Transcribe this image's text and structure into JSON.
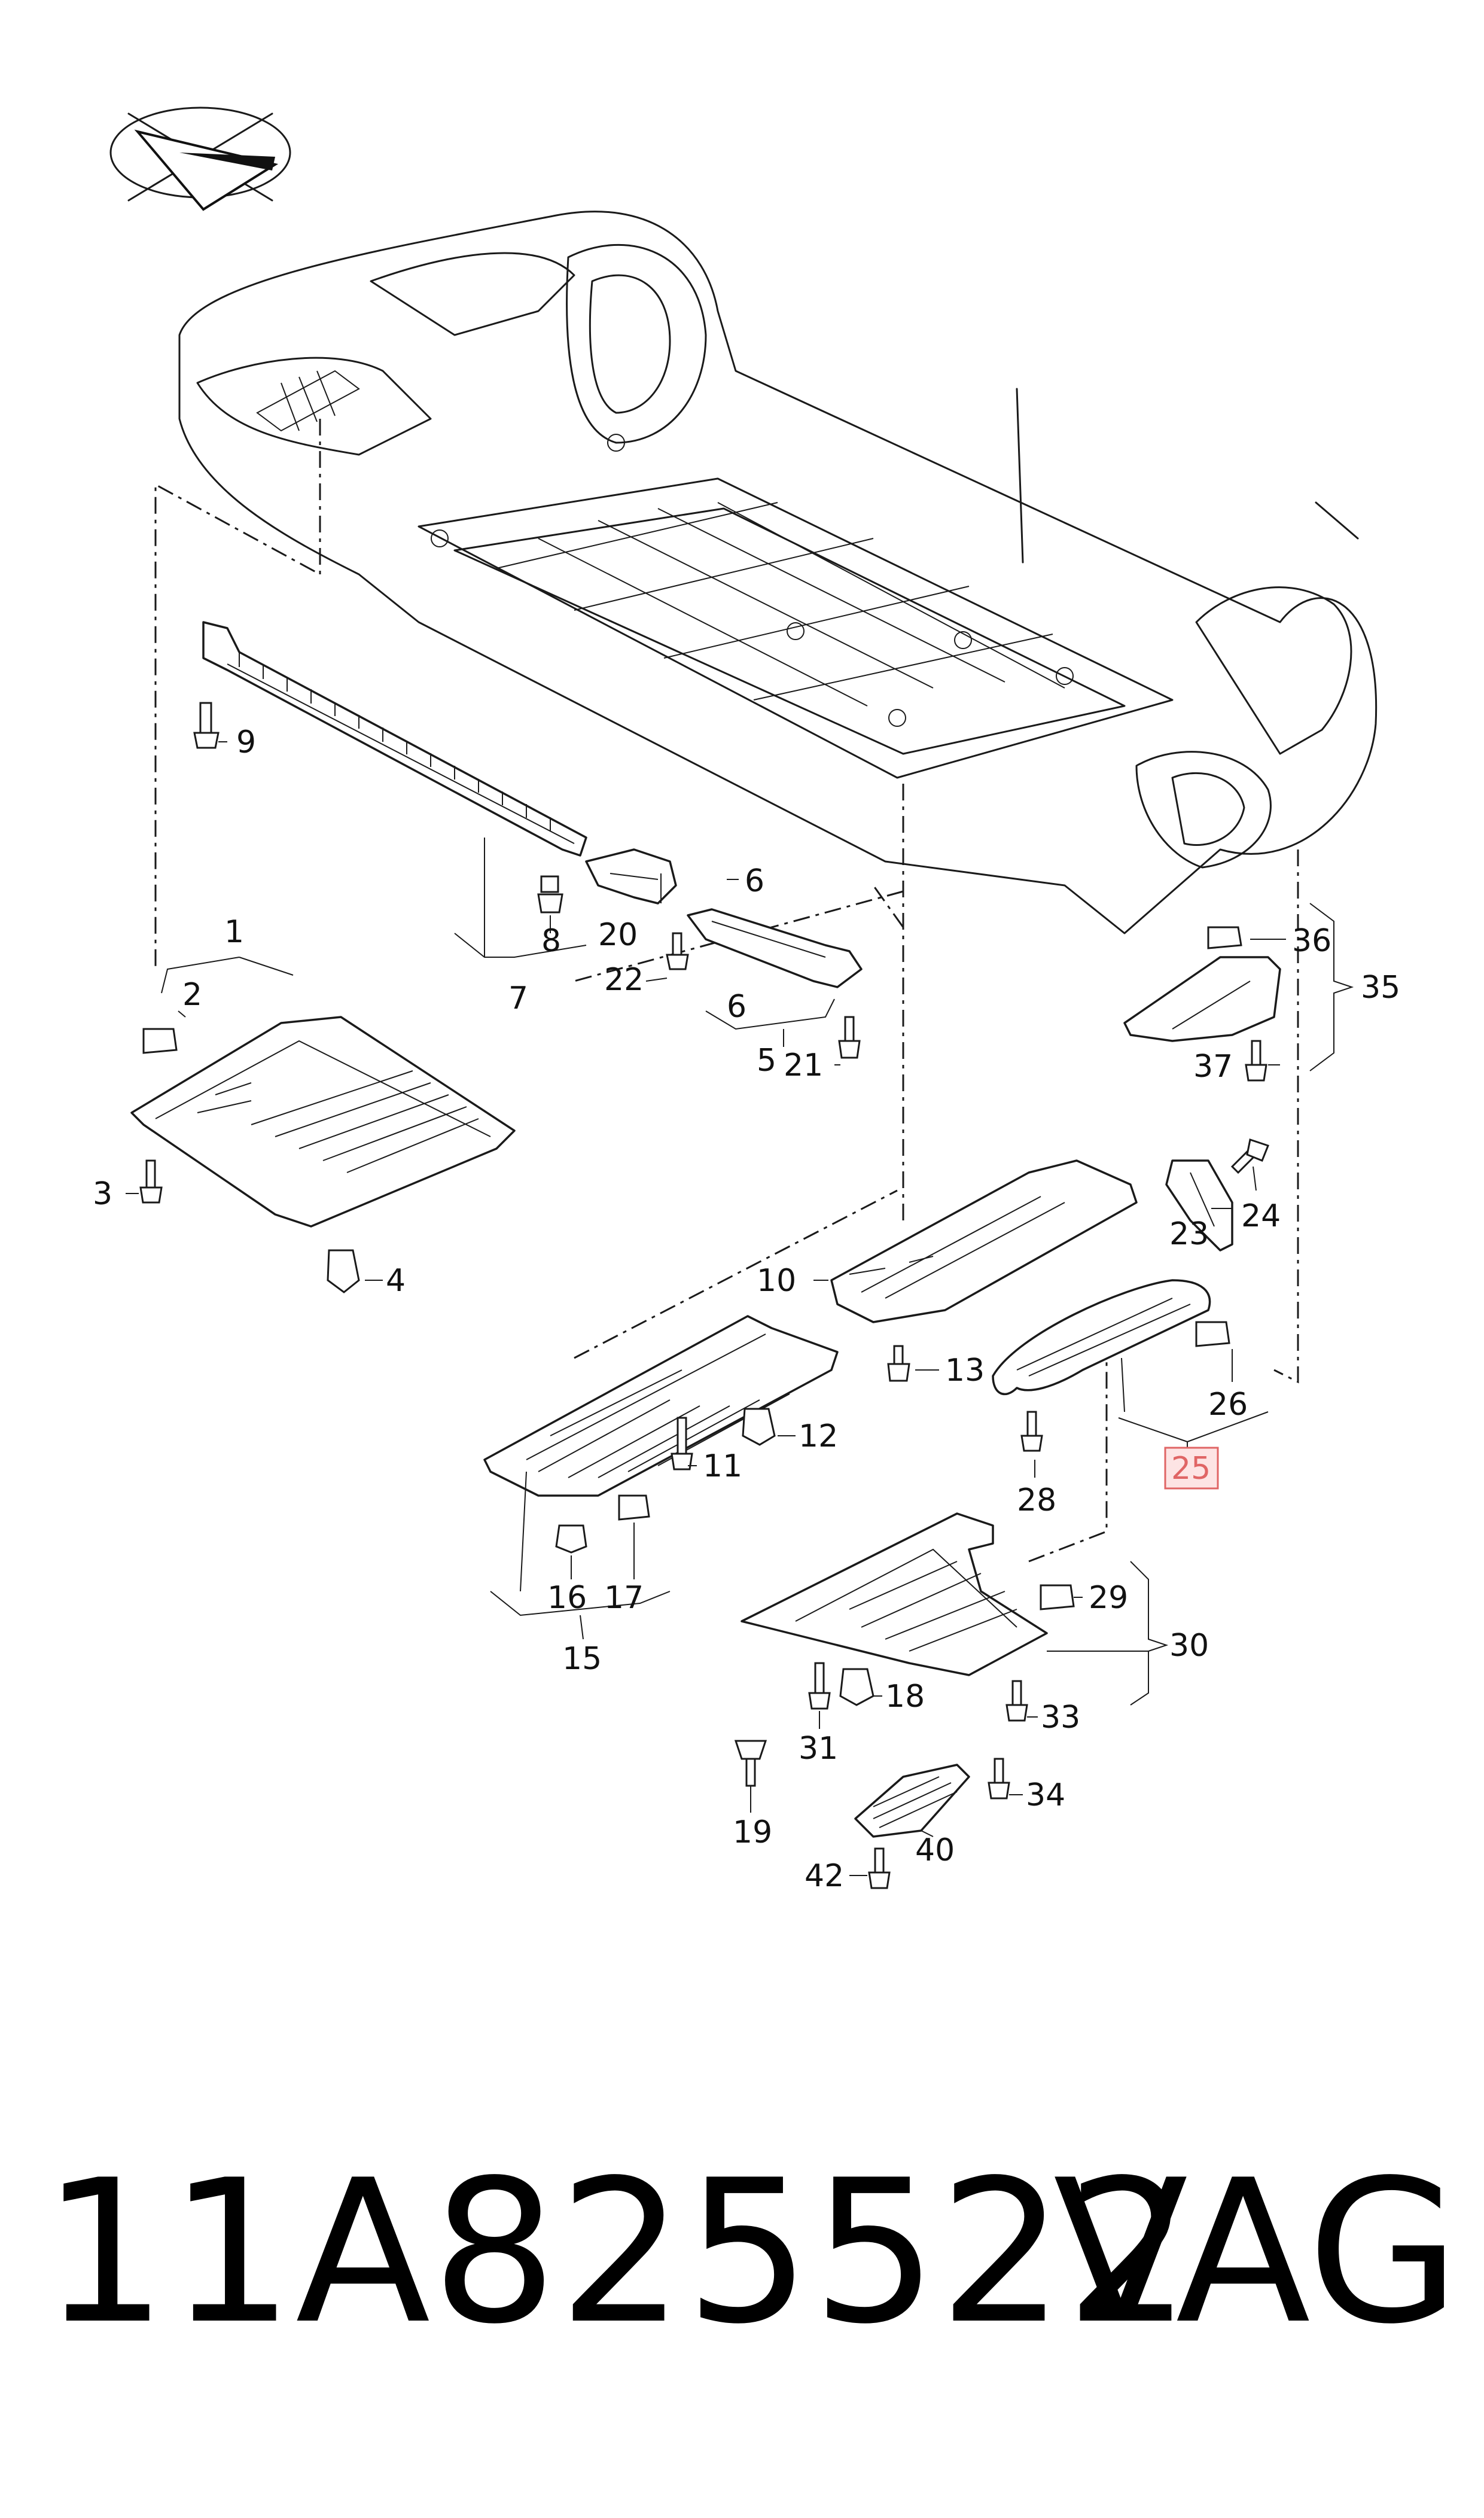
{
  "diagram": {
    "labels": {
      "l1": "1",
      "l2": "2",
      "l3": "3",
      "l4": "4",
      "l5": "5",
      "l6a": "6",
      "l6b": "6",
      "l7": "7",
      "l8": "8",
      "l9": "9",
      "l10": "10",
      "l11": "11",
      "l12": "12",
      "l13": "13",
      "l15": "15",
      "l16": "16",
      "l17": "17",
      "l18": "18",
      "l19": "19",
      "l20": "20",
      "l21": "21",
      "l22": "22",
      "l23": "23",
      "l24": "24",
      "l25": "25",
      "l26": "26",
      "l28": "28",
      "l29": "29",
      "l30": "30",
      "l31": "31",
      "l33": "33",
      "l34": "34",
      "l35": "35",
      "l36": "36",
      "l37": "37",
      "l40": "40",
      "l42": "42"
    },
    "highlighted_label": "25",
    "highlight_color": "#e06565"
  },
  "footer": {
    "part_number": "11A825522",
    "brand": "VAG"
  }
}
